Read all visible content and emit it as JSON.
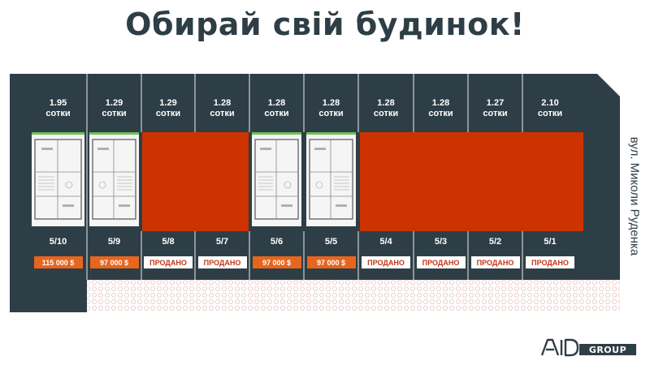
{
  "title": "Обирай свій будинок!",
  "street": "вул. Миколи Руденка",
  "colors": {
    "road": "#2e3e46",
    "sold_block": "#cc3300",
    "price_badge": "#e8651e",
    "sold_text": "#c2361a",
    "paving": "#e8c7c2",
    "green_strip": "#6ec25a"
  },
  "plots": [
    {
      "area": "1.95",
      "unit": "сотки",
      "number": "5/10",
      "price": "115 000 $",
      "status": "sale"
    },
    {
      "area": "1.29",
      "unit": "сотки",
      "number": "5/9",
      "price": "97 000 $",
      "status": "sale"
    },
    {
      "area": "1.29",
      "unit": "сотки",
      "number": "5/8",
      "price": "ПРОДАНО",
      "status": "sold"
    },
    {
      "area": "1.28",
      "unit": "сотки",
      "number": "5/7",
      "price": "ПРОДАНО",
      "status": "sold"
    },
    {
      "area": "1.28",
      "unit": "сотки",
      "number": "5/6",
      "price": "97 000 $",
      "status": "sale"
    },
    {
      "area": "1.28",
      "unit": "сотки",
      "number": "5/5",
      "price": "97 000 $",
      "status": "sale"
    },
    {
      "area": "1.28",
      "unit": "сотки",
      "number": "5/4",
      "price": "ПРОДАНО",
      "status": "sold"
    },
    {
      "area": "1.28",
      "unit": "сотки",
      "number": "5/3",
      "price": "ПРОДАНО",
      "status": "sold"
    },
    {
      "area": "1.27",
      "unit": "сотки",
      "number": "5/2",
      "price": "ПРОДАНО",
      "status": "sold"
    },
    {
      "area": "2.10",
      "unit": "сотки",
      "number": "5/1",
      "price": "ПРОДАНО",
      "status": "sold"
    }
  ],
  "logo": {
    "brand": "AiD",
    "suffix": "GROUP"
  }
}
